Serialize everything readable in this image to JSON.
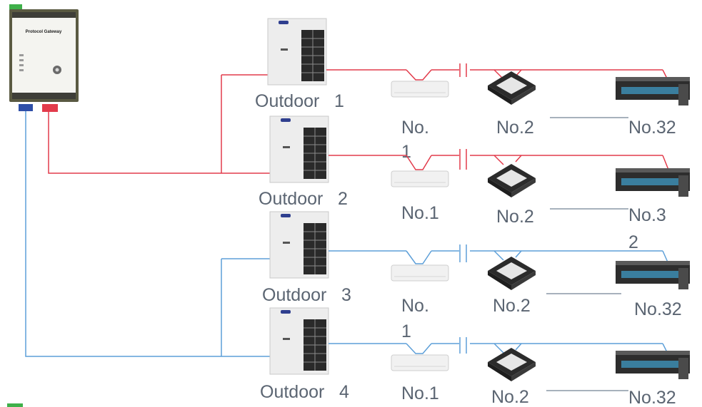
{
  "gateway": {
    "title": "Protocol Gateway"
  },
  "colors": {
    "red_line": "#e23b4b",
    "blue_line": "#5d9fd8",
    "label": "#5b6572",
    "gateway_frame": "#5a5a42"
  },
  "rows": [
    {
      "outdoor": "Outdoor",
      "num": "1",
      "unit1": [
        "No.",
        "1"
      ],
      "unit2": "No.2",
      "unit3": [
        "No.32"
      ],
      "bus": "red"
    },
    {
      "outdoor": "Outdoor",
      "num": "2",
      "unit1": [
        "No.1"
      ],
      "unit2": "No.2",
      "unit3": [
        "No.3",
        "2"
      ],
      "bus": "red"
    },
    {
      "outdoor": "Outdoor",
      "num": "3",
      "unit1": [
        "No.",
        "1"
      ],
      "unit2": "No.2",
      "unit3": [
        "No.32"
      ],
      "bus": "blue"
    },
    {
      "outdoor": "Outdoor",
      "num": "4",
      "unit1": [
        "No.1"
      ],
      "unit2": "No.2",
      "unit3": [
        "No.32"
      ],
      "bus": "blue"
    }
  ]
}
